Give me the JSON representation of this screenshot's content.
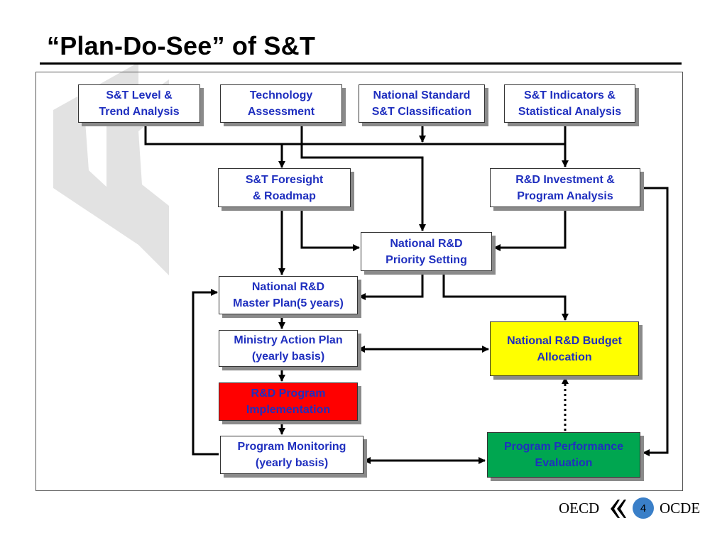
{
  "slide": {
    "title": "“Plan-Do-See” of S&T",
    "page_number": "4",
    "footer_left": "OECD",
    "footer_right": "OCDE"
  },
  "boxes": {
    "st_level": [
      "S&T Level &",
      "Trend Analysis"
    ],
    "tech_assessment": [
      "Technology",
      "Assessment"
    ],
    "national_standard": [
      "National Standard",
      "S&T Classification"
    ],
    "st_indicators": [
      "S&T Indicators &",
      "Statistical Analysis"
    ],
    "foresight": [
      "S&T Foresight",
      "& Roadmap"
    ],
    "rd_investment": [
      "R&D Investment &",
      "Program Analysis"
    ],
    "priority_setting": [
      "National R&D",
      "Priority Setting"
    ],
    "master_plan": [
      "National R&D",
      "Master Plan(5 years)"
    ],
    "ministry_action": [
      "Ministry Action Plan",
      "(yearly basis)"
    ],
    "budget_allocation": [
      "National R&D Budget",
      "Allocation"
    ],
    "program_implementation": [
      "R&D Program",
      "Implementation"
    ],
    "program_monitoring": [
      "Program Monitoring",
      "(yearly basis)"
    ],
    "performance_evaluation": [
      "Program Performance",
      "Evaluation"
    ]
  },
  "colors": {
    "text": "#1f2fbf",
    "implementation_fill": "#ff0000",
    "budget_fill": "#ffff00",
    "evaluation_fill": "#00a650",
    "badge": "#3a7fc8",
    "watermark": "#e2e2e2"
  }
}
